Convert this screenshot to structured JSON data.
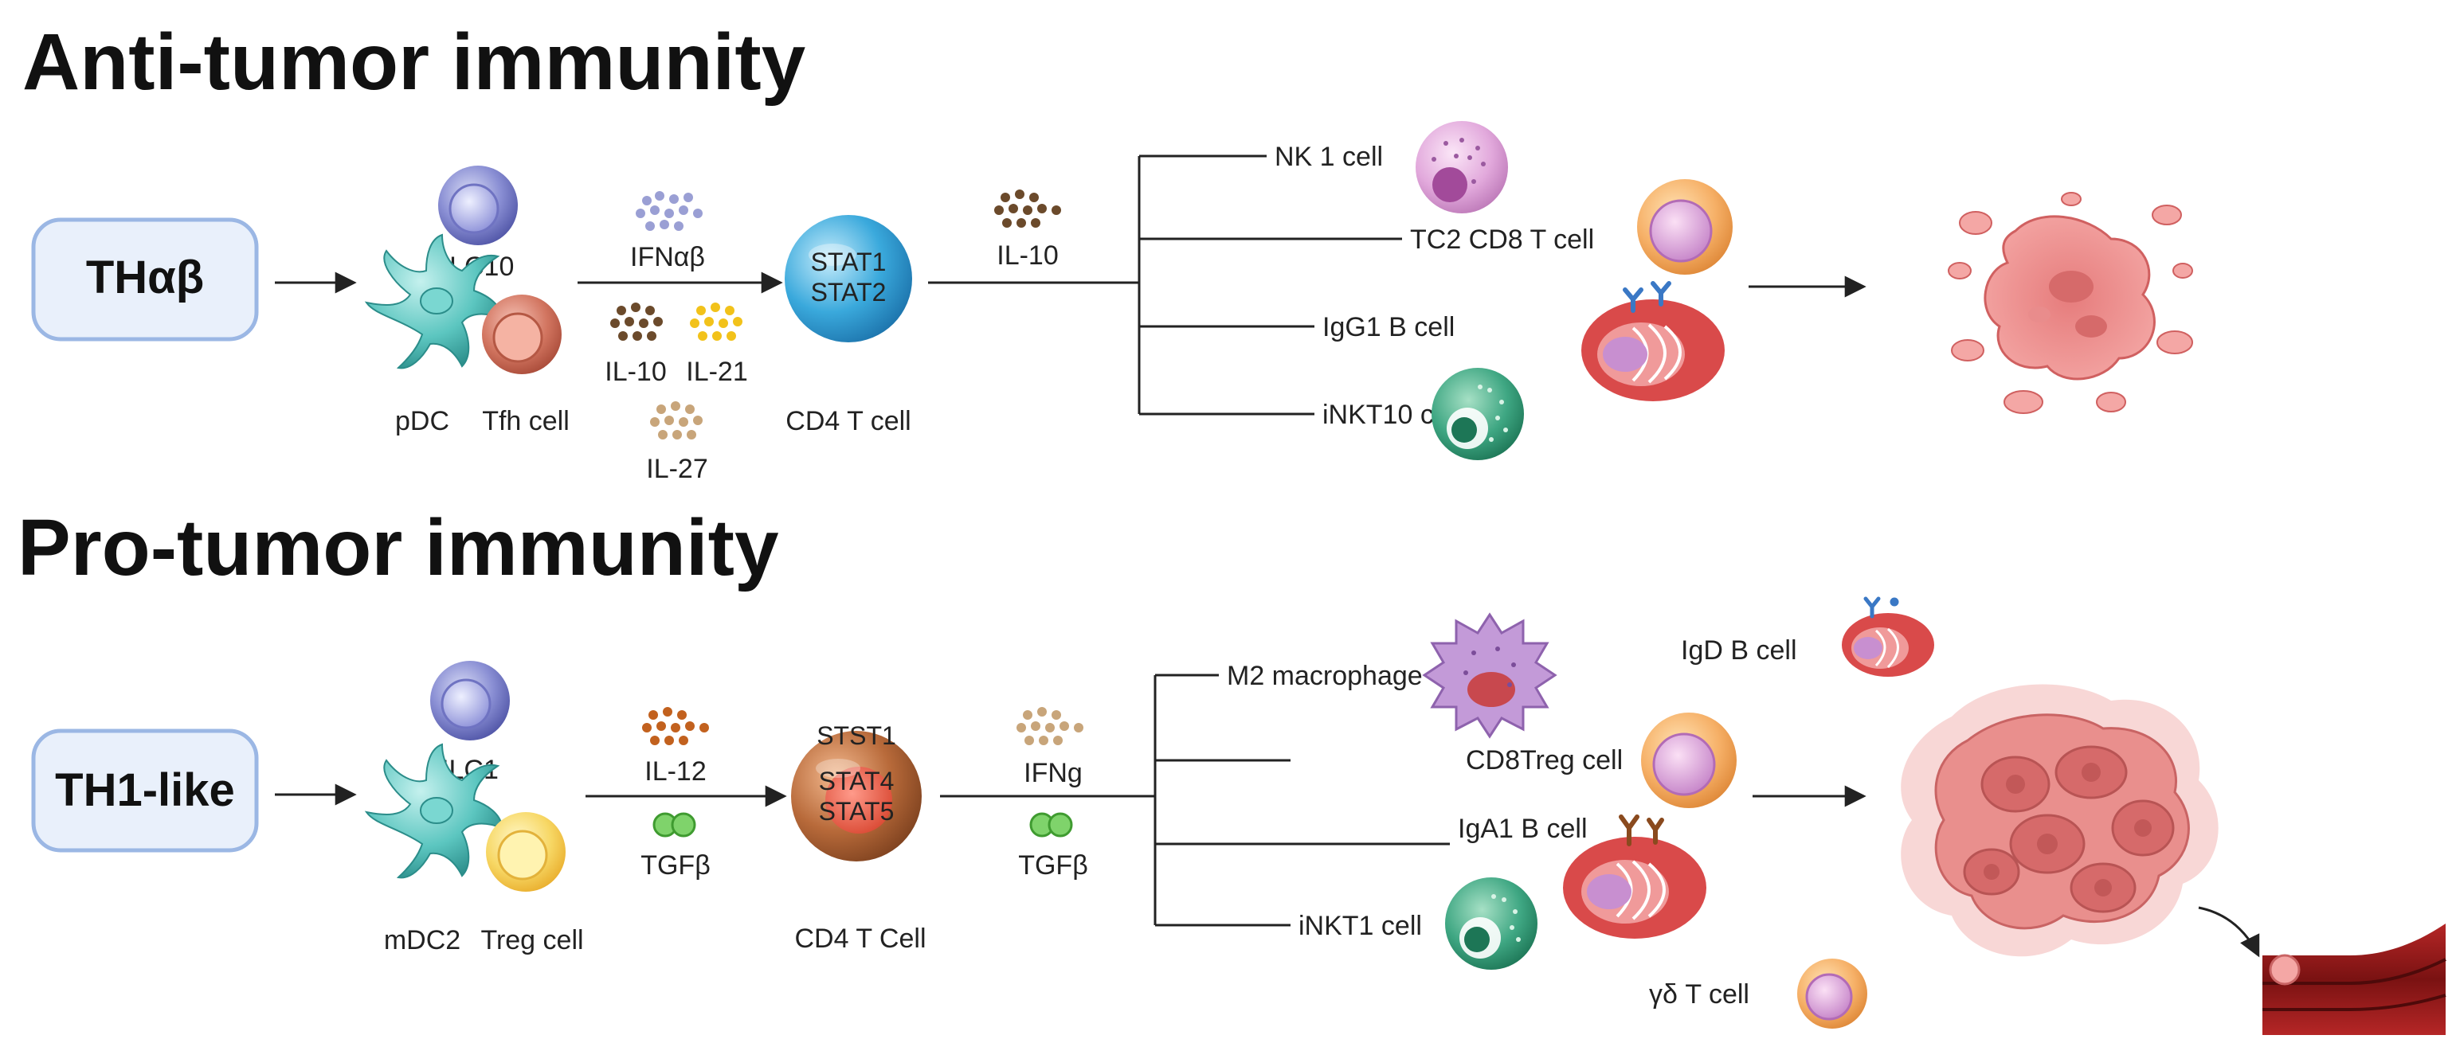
{
  "top": {
    "title": "Anti-tumor immunity",
    "source_box": "THαβ",
    "cells": [
      "ILC10",
      "pDC",
      "Tfh cell"
    ],
    "cytokines": [
      "IFNαβ",
      "IL-10",
      "IL-21",
      "IL-27"
    ],
    "hub_markers": [
      "STAT1",
      "STAT2"
    ],
    "hub_label": "CD4 T cell",
    "hub_output": "IL-10",
    "effectors": [
      "NK 1 cell",
      "TC2 CD8 T cell",
      "IgG1 B cell",
      "iNKT10 cell"
    ]
  },
  "bottom": {
    "title": "Pro-tumor immunity",
    "source_box": "TH1-like",
    "cells": [
      "ILC1",
      "mDC2",
      "Treg cell"
    ],
    "cytokines": [
      "IL-12",
      "TGFβ"
    ],
    "hub_markers": [
      "STST1",
      "STAT4",
      "STAT5"
    ],
    "hub_label": "CD4 T Cell",
    "hub_outputs": [
      "IFNg",
      "TGFβ"
    ],
    "effectors": [
      "M2 macrophage",
      "CD8Treg cell",
      "IgA1 B cell",
      "iNKT1 cell"
    ],
    "extra_cells": [
      "IgD B cell",
      "γδ T cell"
    ]
  }
}
